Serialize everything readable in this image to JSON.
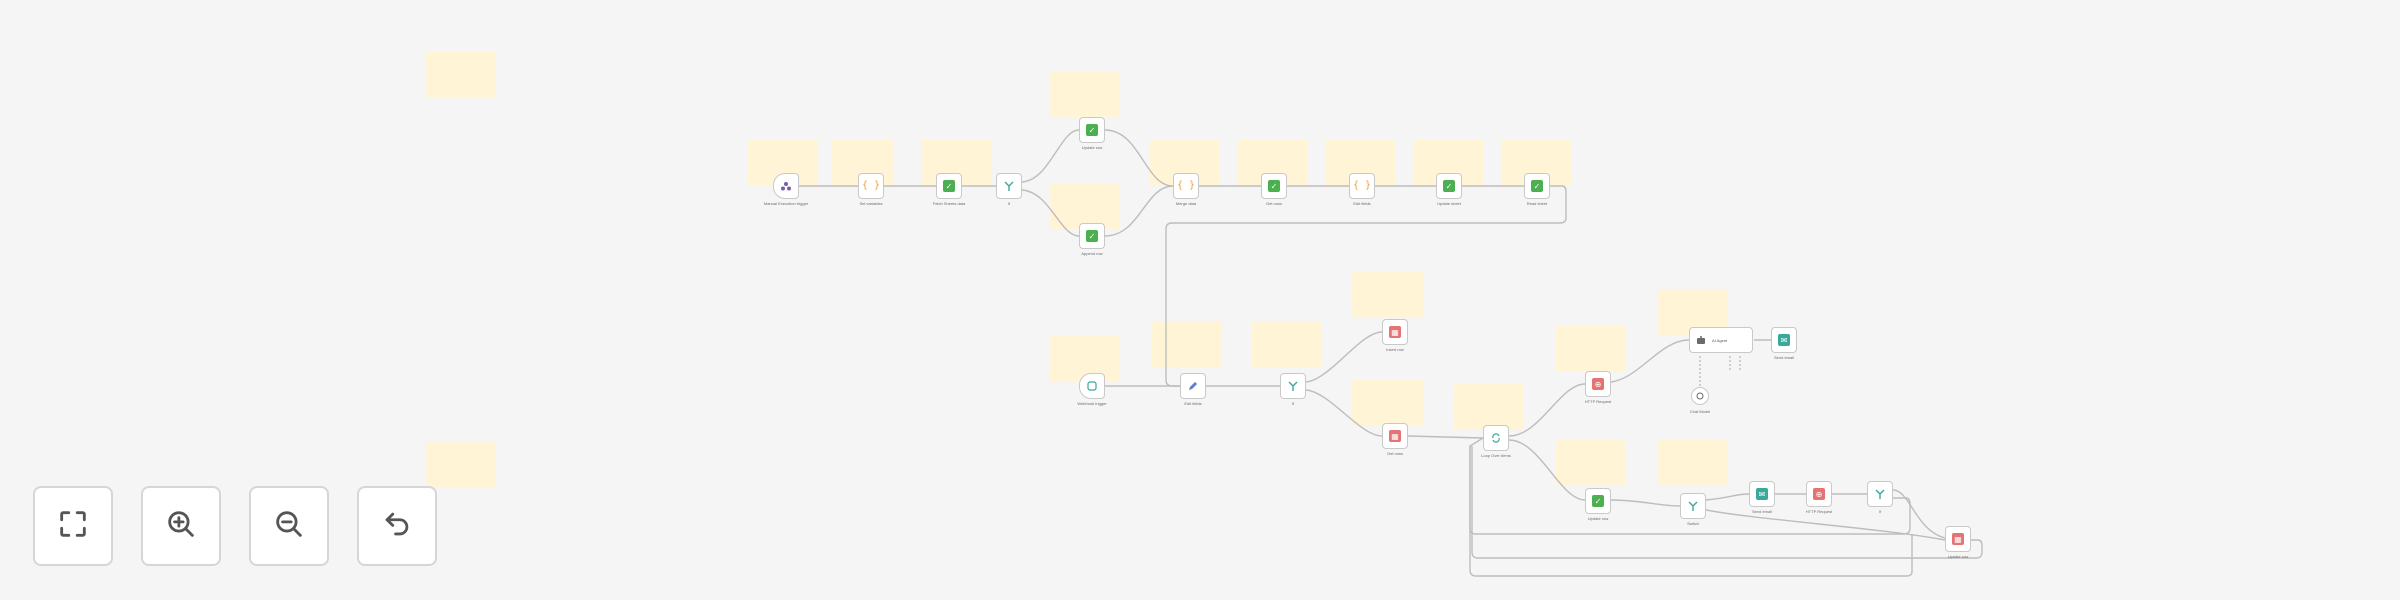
{
  "colors": {
    "canvas_bg": "#f5f5f5",
    "sticky": "#fff4d6",
    "node_border": "#c9c9c9",
    "edge": "#bdbdbd",
    "green": "#4caf50",
    "orange": "#f0a030",
    "red": "#e57373",
    "teal": "#3aa89a",
    "purple": "#7b5ea7",
    "blue": "#5b7bd5"
  },
  "nodes": [
    {
      "id": "trigger",
      "label": "Manual Execution trigger",
      "sub": "",
      "icon": "trigger-icon"
    },
    {
      "id": "set_1",
      "label": "Set variables",
      "sub": "",
      "icon": "code-braces-icon"
    },
    {
      "id": "sheets_1",
      "label": "Fetch Sheets data",
      "sub": "",
      "icon": "sheets-icon"
    },
    {
      "id": "if_1",
      "label": "If",
      "sub": "",
      "icon": "if-branch-icon"
    },
    {
      "id": "sheets_2",
      "label": "Update row",
      "sub": "",
      "icon": "sheets-icon"
    },
    {
      "id": "sheets_3",
      "label": "Append row",
      "sub": "",
      "icon": "sheets-icon"
    },
    {
      "id": "set_2",
      "label": "Merge data",
      "sub": "",
      "icon": "code-braces-icon"
    },
    {
      "id": "sheets_4",
      "label": "Get rows",
      "sub": "",
      "icon": "sheets-icon"
    },
    {
      "id": "set_3",
      "label": "Edit fields",
      "sub": "",
      "icon": "code-braces-icon"
    },
    {
      "id": "sheets_5",
      "label": "Update sheet",
      "sub": "",
      "icon": "sheets-icon"
    },
    {
      "id": "sheets_6",
      "label": "Read sheet",
      "sub": "",
      "icon": "sheets-icon"
    },
    {
      "id": "webhook",
      "label": "Webhook trigger",
      "sub": "",
      "icon": "webhook-icon"
    },
    {
      "id": "edit_1",
      "label": "Edit fields",
      "sub": "",
      "icon": "pencil-icon"
    },
    {
      "id": "if_2",
      "label": "If",
      "sub": "",
      "icon": "if-branch-icon"
    },
    {
      "id": "table_1",
      "label": "Insert row",
      "sub": "",
      "icon": "table-icon"
    },
    {
      "id": "table_2",
      "label": "Get rows",
      "sub": "",
      "icon": "table-icon"
    },
    {
      "id": "loop",
      "label": "Loop Over Items",
      "sub": "",
      "icon": "loop-icon"
    },
    {
      "id": "http_1",
      "label": "HTTP Request",
      "sub": "",
      "icon": "http-icon"
    },
    {
      "id": "agent",
      "label": "AI Agent",
      "sub": "",
      "icon": "agent-icon"
    },
    {
      "id": "gmail_1",
      "label": "Send email",
      "sub": "",
      "icon": "mail-icon"
    },
    {
      "id": "model",
      "label": "Chat Model",
      "sub": "",
      "icon": "model-icon"
    },
    {
      "id": "sheets_7",
      "label": "Update row",
      "sub": "",
      "icon": "sheets-icon"
    },
    {
      "id": "switch",
      "label": "Switch",
      "sub": "",
      "icon": "switch-icon"
    },
    {
      "id": "gmail_2",
      "label": "Send email",
      "sub": "",
      "icon": "mail-icon"
    },
    {
      "id": "http_2",
      "label": "HTTP Request",
      "sub": "",
      "icon": "http-icon"
    },
    {
      "id": "if_3",
      "label": "If",
      "sub": "",
      "icon": "if-branch-icon"
    },
    {
      "id": "table_3",
      "label": "Update row",
      "sub": "",
      "icon": "table-icon"
    }
  ],
  "controls": [
    {
      "id": "fit",
      "label": "Fit view",
      "icon": "fit-view-icon"
    },
    {
      "id": "zoom_in",
      "label": "Zoom in",
      "icon": "zoom-in-icon"
    },
    {
      "id": "zoom_out",
      "label": "Zoom out",
      "icon": "zoom-out-icon"
    },
    {
      "id": "reset",
      "label": "Reset zoom",
      "icon": "undo-icon"
    }
  ]
}
